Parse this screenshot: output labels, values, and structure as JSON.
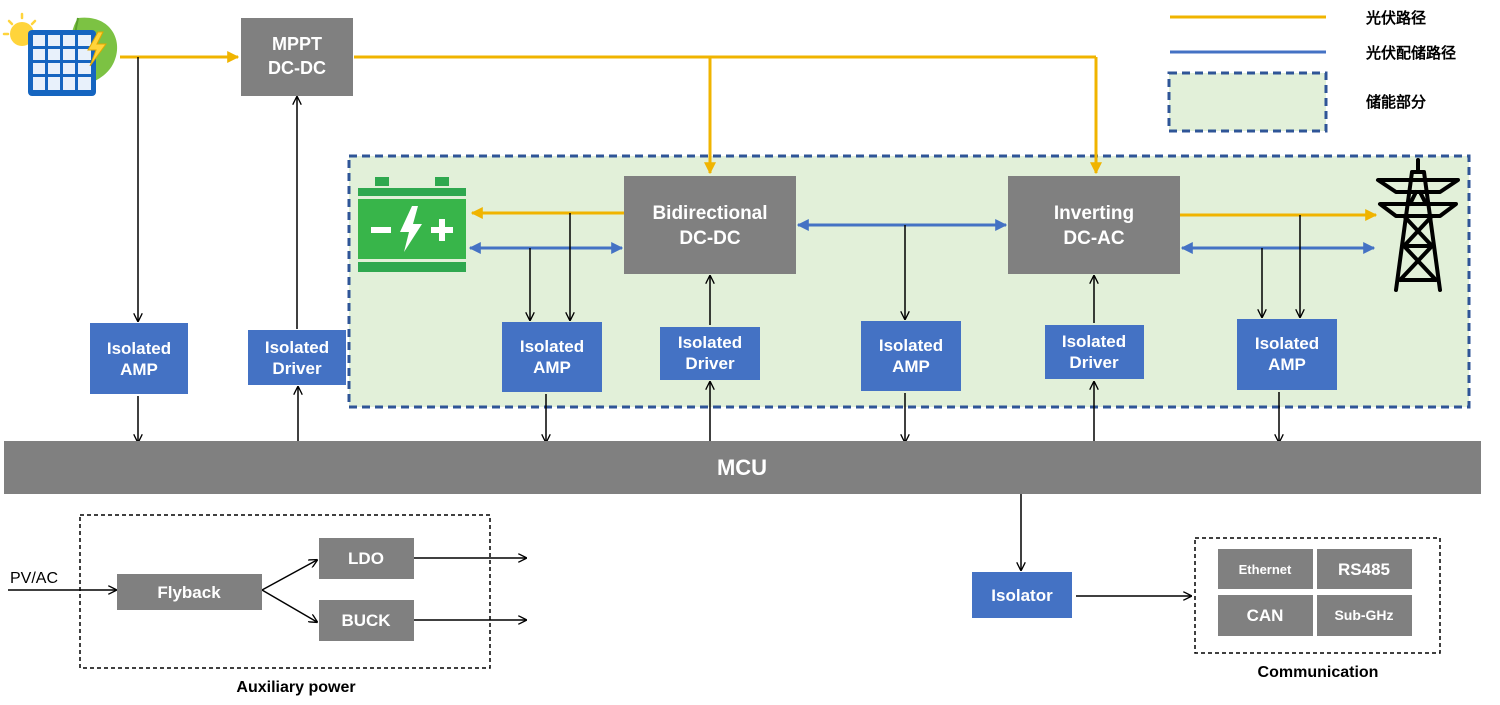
{
  "legend": {
    "pv_path": "光伏路径",
    "pv_storage_path": "光伏配储路径",
    "storage_part": "储能部分"
  },
  "colors": {
    "pv_path": "#f0b400",
    "storage_path": "#4472c4",
    "storage_area_fill": "#e2f0d9",
    "storage_area_border": "#2f5597",
    "gray_block": "#808080",
    "blue_block": "#4472c4"
  },
  "icons": {
    "solar_panel": "solar-panel-icon",
    "battery": "battery-icon",
    "grid_tower": "power-tower-icon"
  },
  "blocks": {
    "mppt": [
      "MPPT",
      "DC-DC"
    ],
    "bidirectional": [
      "Bidirectional",
      "DC-DC"
    ],
    "inverting": [
      "Inverting",
      "DC-AC"
    ],
    "mcu": "MCU",
    "amp_pv": [
      "Isolated",
      "AMP"
    ],
    "driver_mppt": [
      "Isolated",
      "Driver"
    ],
    "amp_battery": [
      "Isolated",
      "AMP"
    ],
    "driver_bidir": [
      "Isolated",
      "Driver"
    ],
    "amp_mid": [
      "Isolated",
      "AMP"
    ],
    "driver_inv": [
      "Isolated",
      "Driver"
    ],
    "amp_grid": [
      "Isolated",
      "AMP"
    ]
  },
  "auxiliary": {
    "caption": "Auxiliary power",
    "input": "PV/AC",
    "flyback": "Flyback",
    "ldo": "LDO",
    "buck": "BUCK"
  },
  "communication": {
    "caption": "Communication",
    "isolator": "Isolator",
    "ethernet": "Ethernet",
    "rs485": "RS485",
    "can": "CAN",
    "subghz": "Sub-GHz"
  }
}
